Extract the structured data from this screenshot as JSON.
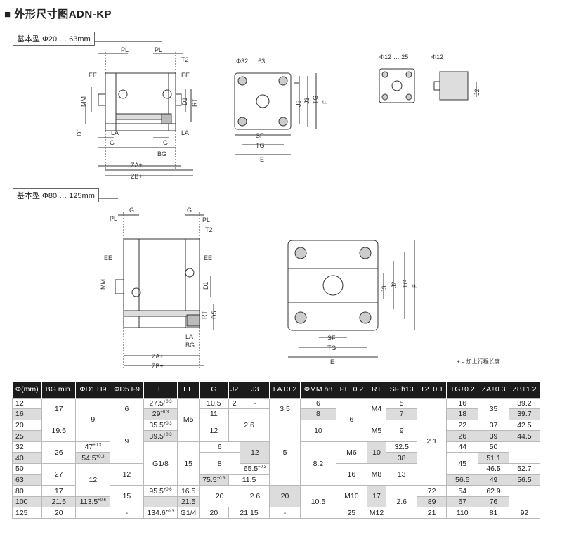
{
  "page": {
    "title": "■ 外形尺寸图ADN-KP",
    "section1_label": "基本型 Φ20 … 63mm",
    "section2_label": "基本型 Φ80 … 125mm",
    "note": "+ = 加上行程长度"
  },
  "drawing_labels": {
    "PL": "PL",
    "T2": "T2",
    "EE": "EE",
    "MM": "MM",
    "D1": "D1",
    "RT": "RT",
    "D5": "D5",
    "LA": "LA",
    "G": "G",
    "BG": "BG",
    "ZA": "ZA+",
    "ZB": "ZB+",
    "SF": "SF",
    "TG": "TG",
    "E": "E",
    "J2": "J2",
    "J3": "J3",
    "d32_63": "Φ32 … 63",
    "d12_25": "Φ12 … 25",
    "d12": "Φ12"
  },
  "table": {
    "headers": [
      "Φ(mm)",
      "BG min.",
      "ΦD1 H9",
      "ΦD5 F9",
      "E",
      "EE",
      "G",
      "J2",
      "J3",
      "LA+0.2",
      "ΦMM h8",
      "PL+0.2",
      "RT",
      "SF h13",
      "T2±0.1",
      "TG±0.2",
      "ZA±0.3",
      "ZB+1.2"
    ],
    "sizes": [
      "12",
      "16",
      "20",
      "25",
      "32",
      "40",
      "50",
      "63",
      "80",
      "100",
      "125"
    ],
    "bg": [
      "17",
      "19.5",
      "26",
      "27",
      "17",
      "21.5",
      "20"
    ],
    "d1": [
      "9",
      "12"
    ],
    "d5": [
      "6",
      "9",
      "12",
      "15",
      "-"
    ],
    "e": [
      {
        "v": "27.5",
        "tol": "+0.3"
      },
      {
        "v": "29",
        "tol": "+0.3"
      },
      {
        "v": "35.5",
        "tol": "+0.3"
      },
      {
        "v": "39.5",
        "tol": "+0.3"
      },
      {
        "v": "47",
        "tol": "+0.3"
      },
      {
        "v": "54.5",
        "tol": "+0.3"
      },
      {
        "v": "65.5",
        "tol": "+0.3"
      },
      {
        "v": "75.5",
        "tol": "+0.3"
      },
      {
        "v": "95.5",
        "tol": "+0.6"
      },
      {
        "v": "113.5",
        "tol": "+0.6"
      },
      {
        "v": "134.6",
        "tol": "+0.3"
      }
    ],
    "ee": [
      "M5",
      "G1/8",
      "G1/4"
    ],
    "g": [
      "10.5",
      "11",
      "12",
      "15",
      "16.5",
      "21.5",
      "20"
    ],
    "j2": [
      "2",
      "2.6",
      "6",
      "8",
      "11.5",
      "20",
      "21.15"
    ],
    "j3": [
      "-"
    ],
    "la": [
      "3.5",
      "5",
      "2.6",
      "-"
    ],
    "mm": [
      "6",
      "8",
      "10",
      "12",
      "16",
      "20",
      "25"
    ],
    "pl": [
      "6",
      "8.2",
      "10.5"
    ],
    "rt": [
      "M4",
      "M5",
      "M6",
      "M8",
      "M10",
      "M12"
    ],
    "sf": [
      "5",
      "7",
      "9",
      "10",
      "13",
      "17",
      "21"
    ],
    "t2": [
      "2.1",
      "2.6"
    ],
    "tg": [
      "16",
      "18",
      "22",
      "26",
      "32.5",
      "38",
      "46.5",
      "56.5",
      "72",
      "89",
      "110"
    ],
    "za": [
      "35",
      "37",
      "39",
      "44",
      "45",
      "49",
      "54",
      "67",
      "81"
    ],
    "zb": [
      "39.2",
      "39.7",
      "42.5",
      "44.5",
      "50",
      "51.1",
      "52.7",
      "56.5",
      "62.9",
      "76",
      "92"
    ]
  }
}
